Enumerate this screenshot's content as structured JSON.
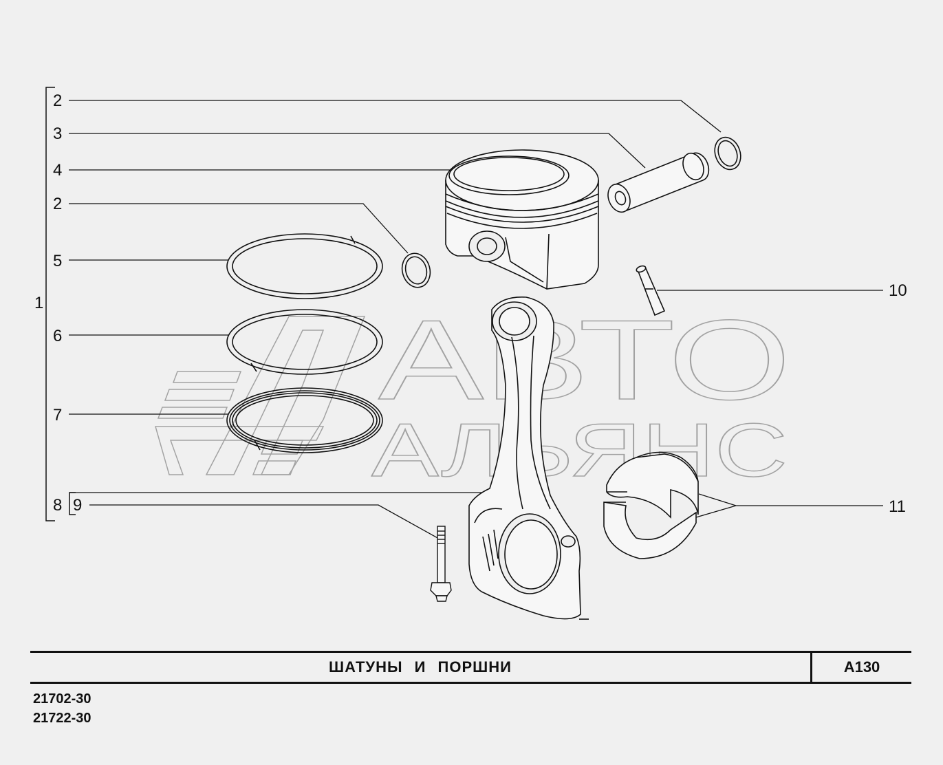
{
  "callouts": {
    "c1": "1",
    "c2a": "2",
    "c3": "3",
    "c4": "4",
    "c2b": "2",
    "c5": "5",
    "c6": "6",
    "c7": "7",
    "c8": "8",
    "c9": "9",
    "c10": "10",
    "c11": "11"
  },
  "watermark": {
    "line1": "АВТО",
    "line2": "АЛЬЯНС"
  },
  "title_block": {
    "title": "ШАТУНЫ И ПОРШНИ",
    "code": "A130"
  },
  "models": [
    "21702-30",
    "21722-30"
  ],
  "colors": {
    "background": "#f0f0f0",
    "line": "#111111",
    "watermark_stroke": "#9a9a9a"
  }
}
